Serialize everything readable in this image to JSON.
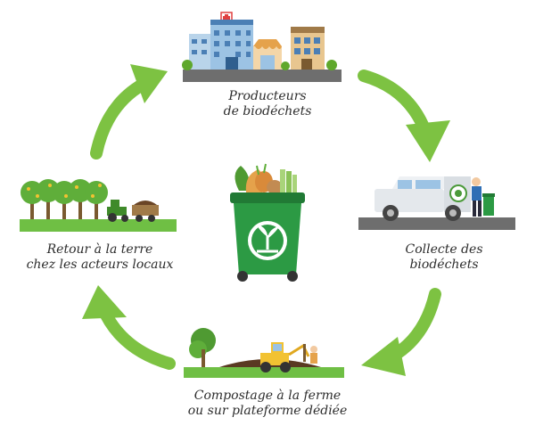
{
  "steps": [
    {
      "line1": "Producteurs",
      "line2": "de biodéchets",
      "icon": "buildings-icon"
    },
    {
      "line1": "Collecte des",
      "line2": "biodéchets",
      "icon": "collection-truck-icon"
    },
    {
      "line1": "Compostage à la ferme",
      "line2": "ou sur plateforme dédiée",
      "icon": "compost-farm-icon"
    },
    {
      "line1": "Retour à la terre",
      "line2": "chez les acteurs locaux",
      "icon": "orchard-tractor-icon"
    }
  ],
  "center": {
    "icon": "green-compost-bin-icon"
  },
  "colors": {
    "arrow": "#7dc242",
    "arrow_dark": "#5fa82c",
    "ground": "#6e6e6e",
    "grass": "#6fbf44",
    "bin": "#2c9a44"
  }
}
